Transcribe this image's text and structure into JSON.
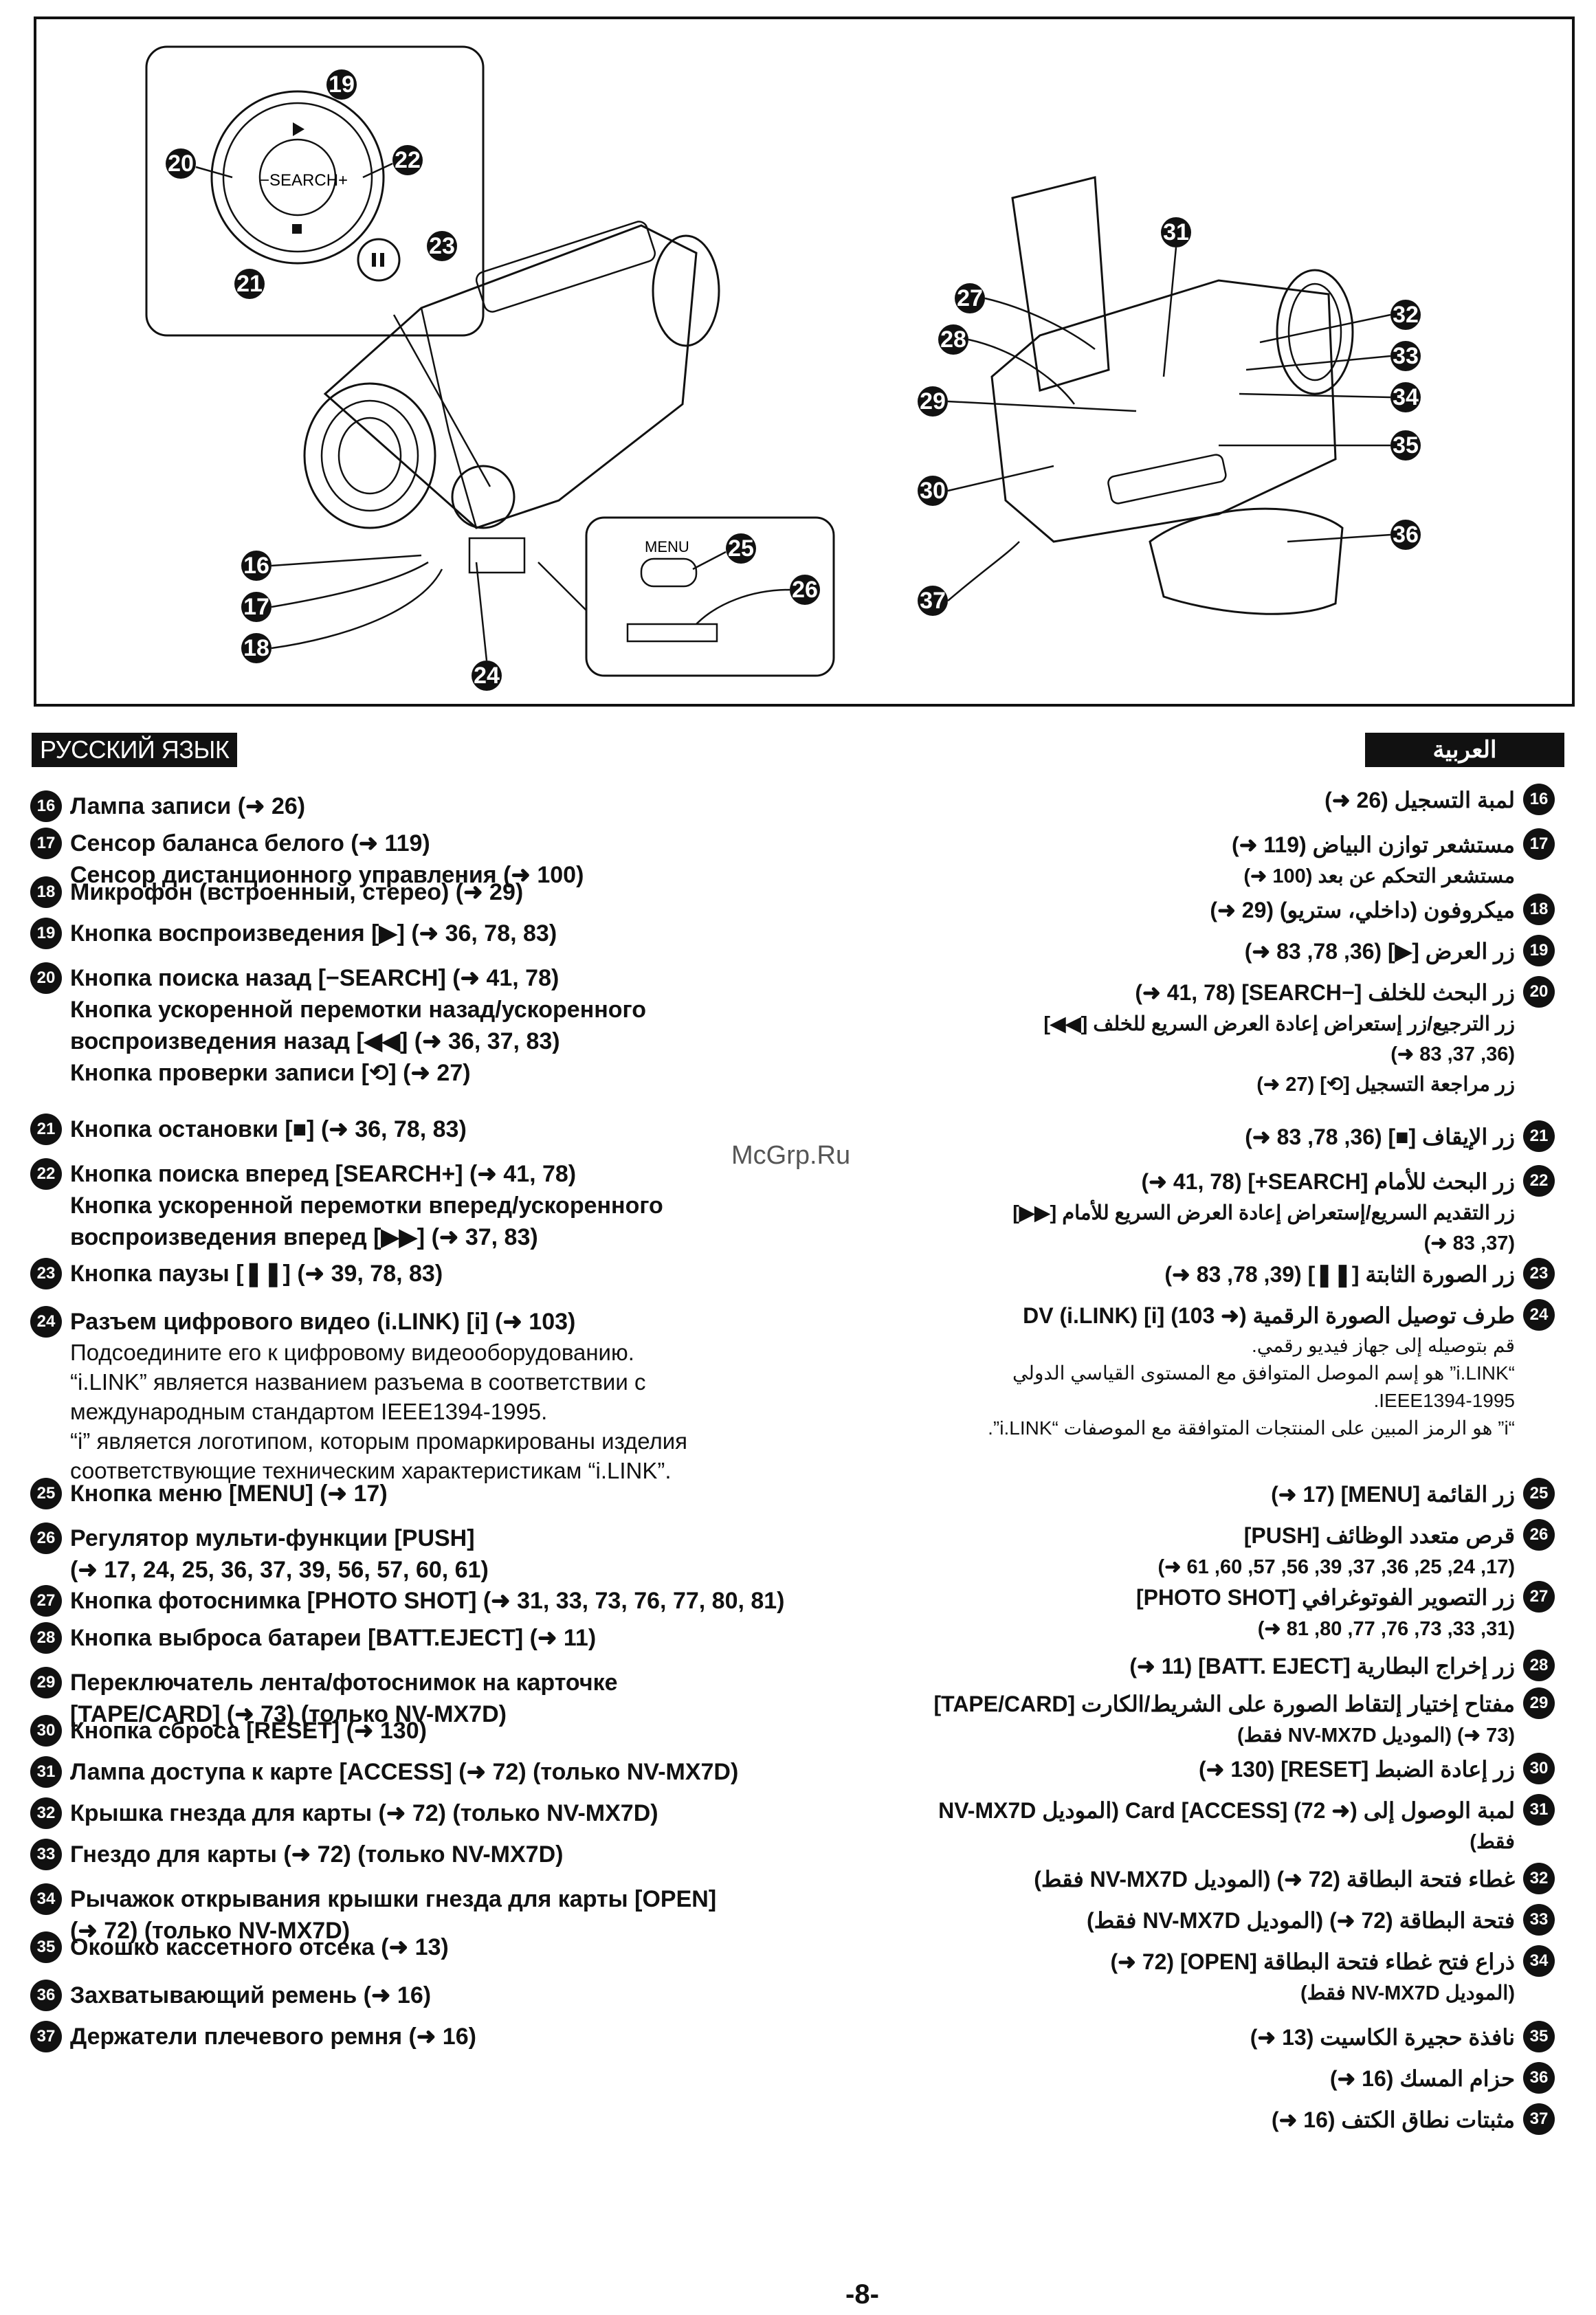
{
  "figure": {
    "dial_label": "SEARCH",
    "dial_minus": "−",
    "dial_plus": "+",
    "menu_label": "MENU",
    "callouts_left": [
      "16",
      "17",
      "18",
      "19",
      "20",
      "21",
      "22",
      "23",
      "24",
      "25",
      "26"
    ],
    "callouts_right": [
      "27",
      "28",
      "29",
      "30",
      "31",
      "32",
      "33",
      "34",
      "35",
      "36",
      "37"
    ]
  },
  "header": {
    "ru_label": "РУССКИЙ ЯЗЫК",
    "ar_label": "العربية"
  },
  "watermark": "McGrp.Ru",
  "ru_items": [
    {
      "num": "16",
      "lines": [
        "Лампа записи (➜ 26)"
      ],
      "notes": []
    },
    {
      "num": "17",
      "lines": [
        "Сенсор баланса белого (➜ 119)",
        "Сенсор дистанционного управления (➜ 100)"
      ],
      "notes": []
    },
    {
      "num": "18",
      "lines": [
        "Микрофон (встроенный, стерео) (➜ 29)"
      ],
      "notes": []
    },
    {
      "num": "19",
      "lines": [
        "Кнопка воспроизведения [▶] (➜ 36, 78, 83)"
      ],
      "notes": []
    },
    {
      "num": "20",
      "lines": [
        "Кнопка поиска назад [−SEARCH] (➜ 41, 78)",
        "Кнопка ускоренной перемотки назад/ускоренного",
        "воспроизведения назад [◀◀] (➜ 36, 37, 83)",
        "Кнопка проверки записи [⟲] (➜ 27)"
      ],
      "notes": []
    },
    {
      "num": "21",
      "lines": [
        "Кнопка остановки [■] (➜ 36, 78, 83)"
      ],
      "notes": []
    },
    {
      "num": "22",
      "lines": [
        "Кнопка поиска вперед [SEARCH+] (➜ 41, 78)",
        "Кнопка ускоренной перемотки вперед/ускоренного",
        "воспроизведения вперед [▶▶] (➜ 37, 83)"
      ],
      "notes": []
    },
    {
      "num": "23",
      "lines": [
        "Кнопка паузы [❚❚] (➜ 39, 78, 83)"
      ],
      "notes": []
    },
    {
      "num": "24",
      "lines": [
        "Разъем цифрового видео (i.LINK) [i] (➜ 103)"
      ],
      "notes": [
        "Подсоедините его к цифровому видеооборудованию.",
        "“i.LINK” является названием разъема в соответствии с",
        "международным стандартом IEEE1394-1995.",
        "“i” является логотипом, которым промаркированы изделия",
        "соответствующие техническим характеристикам “i.LINK”."
      ]
    },
    {
      "num": "25",
      "lines": [
        "Кнопка меню [MENU] (➜ 17)"
      ],
      "notes": []
    },
    {
      "num": "26",
      "lines": [
        "Регулятор мульти-функции [PUSH]",
        "(➜ 17, 24, 25, 36, 37, 39, 56, 57, 60, 61)"
      ],
      "notes": []
    },
    {
      "num": "27",
      "lines": [
        "Кнопка фотоснимка [PHOTO SHOT] (➜ 31, 33, 73, 76, 77, 80, 81)"
      ],
      "notes": []
    },
    {
      "num": "28",
      "lines": [
        "Кнопка выброса батареи [BATT.EJECT] (➜ 11)"
      ],
      "notes": []
    },
    {
      "num": "29",
      "lines": [
        "Переключатель лента/фотоснимок на карточке",
        "[TAPE/CARD] (➜ 73) (только NV-MX7D)"
      ],
      "notes": []
    },
    {
      "num": "30",
      "lines": [
        "Кнопка сброса [RESET] (➜ 130)"
      ],
      "notes": []
    },
    {
      "num": "31",
      "lines": [
        "Лампа доступа к карте [ACCESS] (➜ 72) (только NV-MX7D)"
      ],
      "notes": []
    },
    {
      "num": "32",
      "lines": [
        "Крышка гнезда для карты (➜ 72) (только NV-MX7D)"
      ],
      "notes": []
    },
    {
      "num": "33",
      "lines": [
        "Гнездо для карты (➜ 72) (только NV-MX7D)"
      ],
      "notes": []
    },
    {
      "num": "34",
      "lines": [
        "Рычажок открывания крышки гнезда для карты [OPEN]",
        "(➜ 72) (только NV-MX7D)"
      ],
      "notes": []
    },
    {
      "num": "35",
      "lines": [
        "Окошко кассетного отсека (➜ 13)"
      ],
      "notes": []
    },
    {
      "num": "36",
      "lines": [
        "Захватывающий ремень (➜ 16)"
      ],
      "notes": []
    },
    {
      "num": "37",
      "lines": [
        "Держатели плечевого ремня (➜ 16)"
      ],
      "notes": []
    }
  ],
  "ar_items": [
    {
      "num": "16",
      "lines": [
        "لمبة التسجيل (26 ➜)"
      ]
    },
    {
      "num": "17",
      "lines": [
        "مستشعر توازن البياض (119 ➜)",
        "مستشعر التحكم عن بعد (100 ➜)"
      ]
    },
    {
      "num": "18",
      "lines": [
        "ميكروفون (داخلي، ستريو) (29 ➜)"
      ]
    },
    {
      "num": "19",
      "lines": [
        "زر العرض [▶] (36, 78, 83 ➜)"
      ]
    },
    {
      "num": "20",
      "lines": [
        "زر البحث للخلف [−SEARCH] (41, 78 ➜)",
        "زر الترجيع/زر إستعراض إعادة العرض السريع للخلف [◀◀]",
        "(36, 37, 83 ➜)",
        "زر مراجعة التسجيل [⟲] (27 ➜)"
      ]
    },
    {
      "num": "21",
      "lines": [
        "زر الإيقاف [■] (36, 78, 83 ➜)"
      ]
    },
    {
      "num": "22",
      "lines": [
        "زر البحث للأمام [SEARCH+] (41, 78 ➜)",
        "زر التقديم السريع/إستعراض إعادة العرض السريع للأمام [▶▶]",
        "(37, 83 ➜)"
      ]
    },
    {
      "num": "23",
      "lines": [
        "زر الصورة الثابتة [❚❚] (39, 78, 83 ➜)"
      ]
    },
    {
      "num": "24",
      "lines": [
        "طرف توصيل الصورة الرقمية DV (i.LINK) [i] (103 ➜)",
        "قم بتوصيله إلى جهاز فيديو رقمي.",
        "“i.LINK” هو إسم الموصل المتوافق مع المستوى القياسي الدولي",
        "IEEE1394-1995.",
        "“i” هو الرمز المبين على المنتجات المتوافقة مع الموصفات “i.LINK”."
      ]
    },
    {
      "num": "25",
      "lines": [
        "زر القائمة [MENU] (17 ➜)"
      ]
    },
    {
      "num": "26",
      "lines": [
        "قرص متعدد الوظائف [PUSH]",
        "(17, 24, 25, 36, 37, 39, 56, 57, 60, 61 ➜)"
      ]
    },
    {
      "num": "27",
      "lines": [
        "زر التصوير الفوتوغرافي [PHOTO SHOT]",
        "(31, 33, 73, 76, 77, 80, 81 ➜)"
      ]
    },
    {
      "num": "28",
      "lines": [
        "زر إخراج البطارية [BATT. EJECT] (11 ➜)"
      ]
    },
    {
      "num": "29",
      "lines": [
        "مفتاح إختيار إلتقاط الصورة على الشريط/الكارت [TAPE/CARD]",
        "(73 ➜) (الموديل NV-MX7D فقط)"
      ]
    },
    {
      "num": "30",
      "lines": [
        "زر إعادة الضبط [RESET] (130 ➜)"
      ]
    },
    {
      "num": "31",
      "lines": [
        "لمبة الوصول إلى Card [ACCESS] (72 ➜) (الموديل NV-MX7D",
        "فقط)"
      ]
    },
    {
      "num": "32",
      "lines": [
        "غطاء فتحة البطاقة (72 ➜) (الموديل NV-MX7D فقط)"
      ]
    },
    {
      "num": "33",
      "lines": [
        "فتحة البطاقة (72 ➜) (الموديل NV-MX7D فقط)"
      ]
    },
    {
      "num": "34",
      "lines": [
        "ذراع فتح غطاء فتحة البطاقة [OPEN] (72 ➜)",
        "(الموديل NV-MX7D فقط)"
      ]
    },
    {
      "num": "35",
      "lines": [
        "نافذة حجيرة الكاسيت (13 ➜)"
      ]
    },
    {
      "num": "36",
      "lines": [
        "حزام المسك (16 ➜)"
      ]
    },
    {
      "num": "37",
      "lines": [
        "مثبتات نطاق الكتف (16 ➜)"
      ]
    }
  ],
  "page_number": "-8-"
}
